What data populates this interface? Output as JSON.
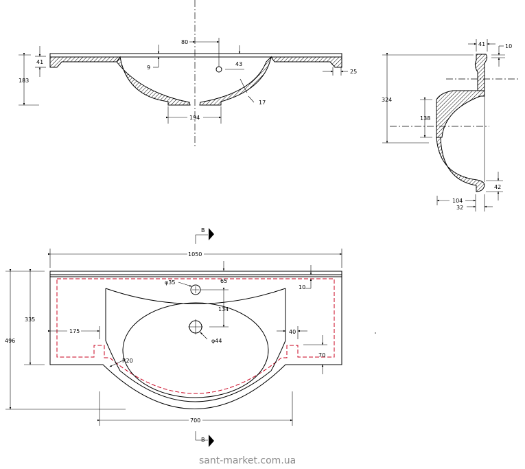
{
  "front_section": {
    "dims": {
      "d80": "80",
      "d9": "9",
      "d43": "43",
      "d25": "25",
      "d17": "17",
      "d183": "183",
      "d41": "41",
      "d194": "194"
    }
  },
  "side_section": {
    "dims": {
      "d41": "41",
      "d10": "10",
      "d324": "324",
      "d138": "138",
      "d42": "42",
      "d104": "104",
      "d32": "32"
    }
  },
  "plan_view": {
    "section_label": "B",
    "dims": {
      "d1050": "1050",
      "d496": "496",
      "d335": "335",
      "d700": "700",
      "d175": "175",
      "d40": "40",
      "d70": "70",
      "d10": "10",
      "d65": "65",
      "d134": "134",
      "phi35": "φ35",
      "phi44": "φ44",
      "r20": "R20"
    }
  },
  "watermark": "sant-market.com.ua",
  "colors": {
    "line": "#000000",
    "dashed_outline": "#c8001e",
    "watermark": "#8a8a8a"
  }
}
